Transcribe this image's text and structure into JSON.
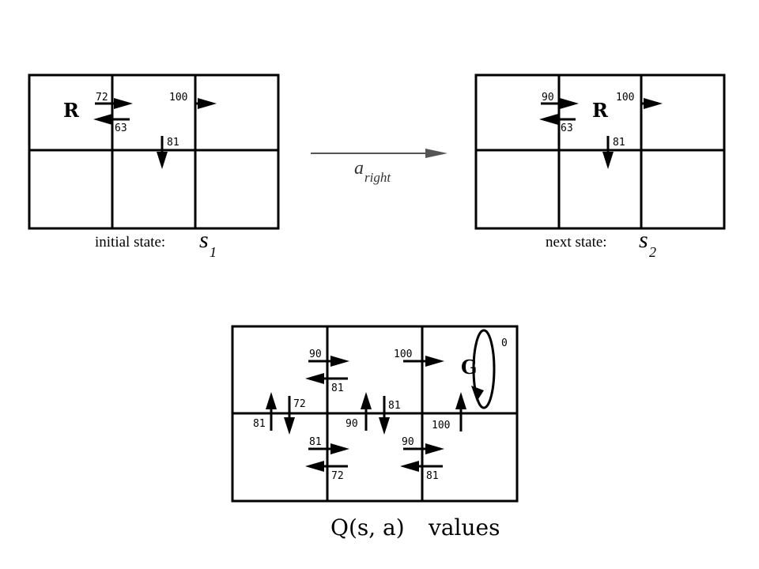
{
  "initial_panel": {
    "caption": "initial state:",
    "state_symbol": "s",
    "state_index": "1",
    "robot": "R",
    "q_right_top_left": "72",
    "q_left_top_middle": "63",
    "q_right_top_middle": "100",
    "q_down_top_middle": "81"
  },
  "transition": {
    "action_symbol": "a",
    "action_subscript": "right",
    "arrow_color": "#555555"
  },
  "next_panel": {
    "caption": "next state:",
    "state_symbol": "s",
    "state_index": "2",
    "robot": "R",
    "q_right_top_left": "90",
    "q_left_top_middle": "63",
    "q_right_top_middle": "100",
    "q_down_top_middle": "81"
  },
  "q_table": {
    "goal": "G",
    "goal_self_loop": "0",
    "top_row": {
      "right_1_to_2": "90",
      "left_2_to_1": "81",
      "right_2_to_3": "100"
    },
    "vertical": {
      "col1_up": "81",
      "col1_down": "72",
      "col2_up": "90",
      "col2_down": "81",
      "col3_up": "100"
    },
    "bottom_row": {
      "right_1_to_2": "81",
      "left_2_to_1": "72",
      "right_2_to_3": "90",
      "left_3_to_2": "81"
    },
    "caption": "Q(s, a)",
    "caption_suffix": "values"
  }
}
